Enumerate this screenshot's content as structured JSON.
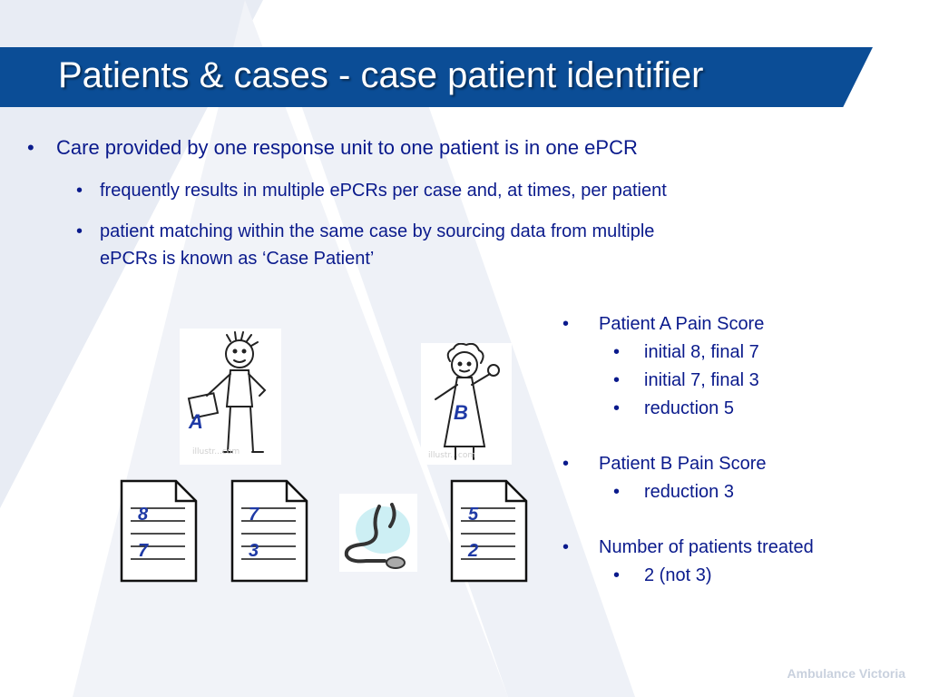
{
  "title": "Patients & cases - case patient identifier",
  "top_bullets": {
    "main": "Care provided by one response unit to one patient is in one ePCR",
    "sub1": "frequently results in multiple ePCRs per case and, at times, per patient",
    "sub2_line1": "patient matching within the same case by sourcing data from multiple",
    "sub2_line2": "ePCRs is known as ‘Case Patient’"
  },
  "right_list": {
    "patient_a": {
      "heading": "Patient A Pain Score",
      "items": [
        "initial 8, final 7",
        "initial 7, final 3",
        "reduction 5"
      ]
    },
    "patient_b": {
      "heading": "Patient B Pain Score",
      "items": [
        "reduction 3"
      ]
    },
    "treated": {
      "heading": "Number of patients treated",
      "items": [
        "2 (not 3)"
      ]
    }
  },
  "figures": {
    "label_a": "A",
    "label_b": "B"
  },
  "documents": [
    {
      "initial": "8",
      "final": "7"
    },
    {
      "initial": "7",
      "final": "3"
    },
    {
      "initial": "5",
      "final": "2"
    }
  ],
  "footer": "Ambulance Victoria",
  "colors": {
    "title_bar": "#0b4d96",
    "body_text": "#0a1a8c",
    "doc_numbers": "#1f3aa6",
    "footer": "#c9d1de"
  }
}
